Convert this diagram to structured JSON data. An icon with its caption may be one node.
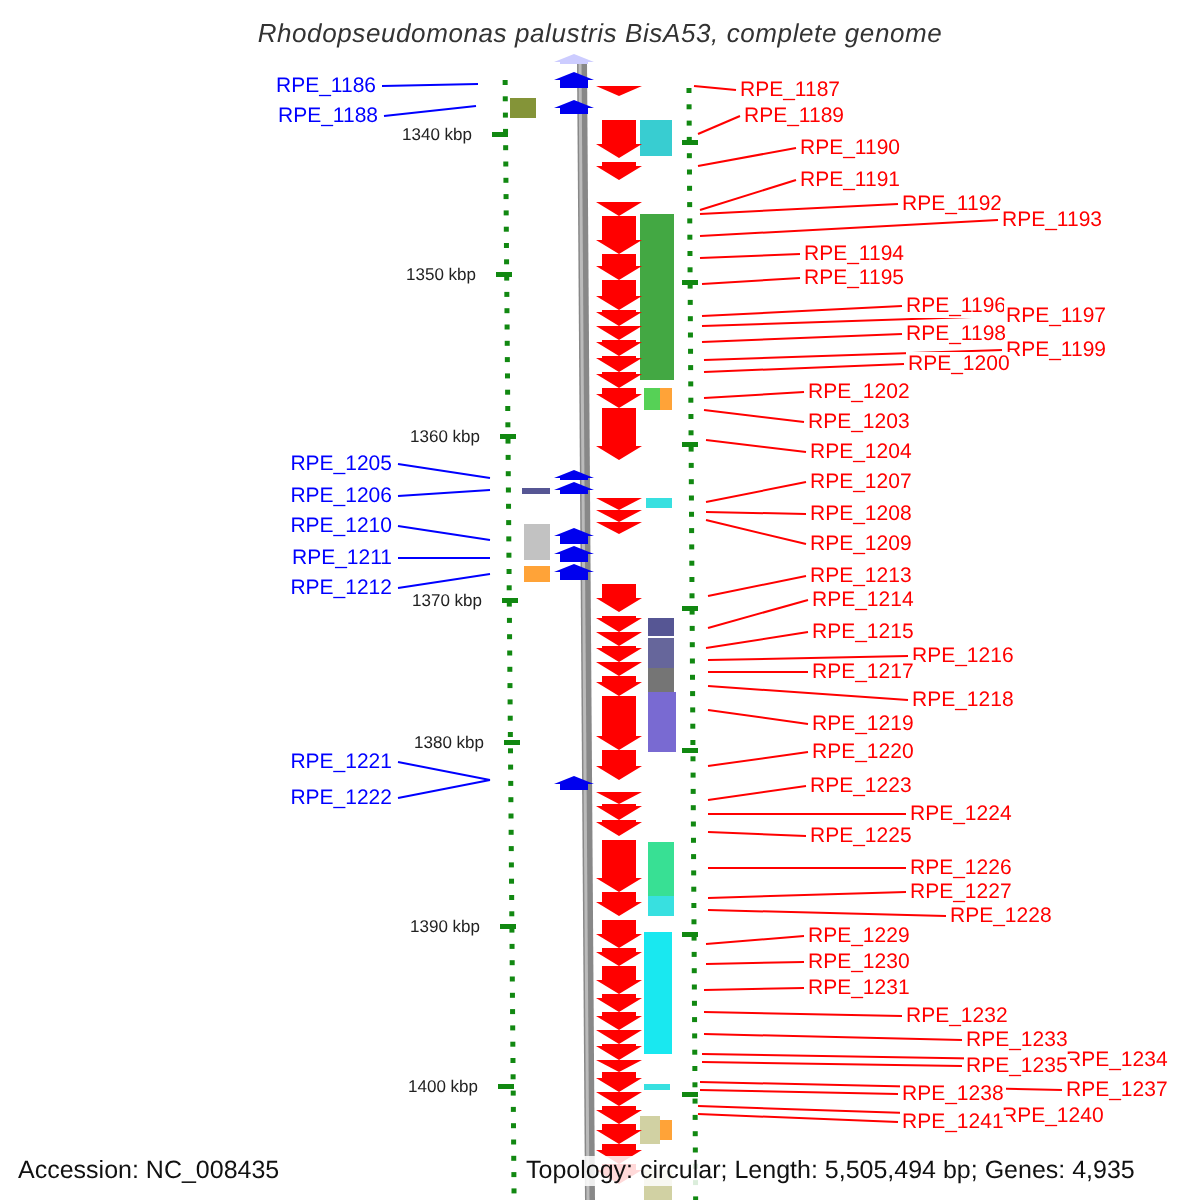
{
  "diagram": {
    "title": "Rhodopseudomonas palustris BisA53, complete genome",
    "nodes": [
      {
        "text": [
          "RPE_1186"
        ]
      },
      {
        "text": [
          "RPE_1188"
        ]
      },
      {
        "text": [
          "RPE_1205"
        ]
      },
      {
        "text": [
          "RPE_1206"
        ]
      },
      {
        "text": [
          "RPE_1210"
        ]
      },
      {
        "text": [
          "RPE_1211"
        ]
      },
      {
        "text": [
          "RPE_1212"
        ]
      },
      {
        "text": [
          "RPE_1221"
        ]
      },
      {
        "text": [
          "RPE_1222"
        ]
      },
      {
        "text": [
          "RPE_1187"
        ]
      },
      {
        "text": [
          "RPE_1189"
        ]
      },
      {
        "text": [
          "RPE_1190"
        ]
      },
      {
        "text": [
          "RPE_1191"
        ]
      },
      {
        "text": [
          "RPE_1192"
        ]
      },
      {
        "text": [
          "RPE_1193"
        ]
      },
      {
        "text": [
          "RPE_1194"
        ]
      },
      {
        "text": [
          "RPE_1195"
        ]
      },
      {
        "text": [
          "RPE_1196"
        ]
      },
      {
        "text": [
          "RPE_1197"
        ]
      },
      {
        "text": [
          "RPE_1198"
        ]
      },
      {
        "text": [
          "RPE_1199"
        ]
      },
      {
        "text": [
          "RPE_1200"
        ]
      },
      {
        "text": [
          "RPE_1202"
        ]
      },
      {
        "text": [
          "RPE_1203"
        ]
      },
      {
        "text": [
          "RPE_1204"
        ]
      },
      {
        "text": [
          "RPE_1207"
        ]
      },
      {
        "text": [
          "RPE_1208"
        ]
      },
      {
        "text": [
          "RPE_1209"
        ]
      },
      {
        "text": [
          "RPE_1213"
        ]
      },
      {
        "text": [
          "RPE_1214"
        ]
      },
      {
        "text": [
          "RPE_1215"
        ]
      },
      {
        "text": [
          "RPE_1216"
        ]
      },
      {
        "text": [
          "RPE_1217"
        ]
      },
      {
        "text": [
          "RPE_1218"
        ]
      },
      {
        "text": [
          "RPE_1219"
        ]
      },
      {
        "text": [
          "RPE_1220"
        ]
      },
      {
        "text": [
          "RPE_1223"
        ]
      },
      {
        "text": [
          "RPE_1224"
        ]
      },
      {
        "text": [
          "RPE_1225"
        ]
      },
      {
        "text": [
          "RPE_1226"
        ]
      },
      {
        "text": [
          "RPE_1227"
        ]
      },
      {
        "text": [
          "RPE_1228"
        ]
      },
      {
        "text": [
          "RPE_1229"
        ]
      },
      {
        "text": [
          "RPE_1230"
        ]
      },
      {
        "text": [
          "RPE_1231"
        ]
      },
      {
        "text": [
          "RPE_1232"
        ]
      },
      {
        "text": [
          "RPE_1233"
        ]
      },
      {
        "text": [
          "RPE_1234"
        ]
      },
      {
        "text": [
          "RPE_1235"
        ]
      },
      {
        "text": [
          "RPE_1237"
        ]
      },
      {
        "text": [
          "RPE_1238"
        ]
      },
      {
        "text": [
          "RPE_1240"
        ]
      },
      {
        "text": [
          "RPE_1241"
        ]
      }
    ],
    "edges": [
      {
        "from": 0,
        "to": null,
        "arrow": "none",
        "color": "#0000ff"
      },
      {
        "from": 1,
        "to": null,
        "arrow": "none",
        "color": "#0000ff"
      },
      {
        "from": 2,
        "to": null,
        "arrow": "none",
        "color": "#0000ff"
      },
      {
        "from": 3,
        "to": null,
        "arrow": "none",
        "color": "#0000ff"
      },
      {
        "from": 4,
        "to": null,
        "arrow": "none",
        "color": "#0000ff"
      },
      {
        "from": 5,
        "to": null,
        "arrow": "none",
        "color": "#0000ff"
      },
      {
        "from": 6,
        "to": null,
        "arrow": "none",
        "color": "#0000ff"
      },
      {
        "from": 7,
        "to": null,
        "arrow": "none",
        "color": "#0000ff"
      },
      {
        "from": 8,
        "to": null,
        "arrow": "none",
        "color": "#0000ff"
      },
      {
        "from": 9,
        "to": null,
        "arrow": "none"
      },
      {
        "from": 10,
        "to": null,
        "arrow": "none"
      },
      {
        "from": 11,
        "to": null,
        "arrow": "none"
      },
      {
        "from": 12,
        "to": null,
        "arrow": "none"
      },
      {
        "from": 13,
        "to": null,
        "arrow": "none"
      },
      {
        "from": 14,
        "to": null,
        "arrow": "none"
      },
      {
        "from": 15,
        "to": null,
        "arrow": "none"
      },
      {
        "from": 16,
        "to": null,
        "arrow": "none"
      },
      {
        "from": 17,
        "to": null,
        "arrow": "none"
      },
      {
        "from": 18,
        "to": null,
        "arrow": "none"
      },
      {
        "from": 19,
        "to": null,
        "arrow": "none"
      },
      {
        "from": 20,
        "to": null,
        "arrow": "none"
      },
      {
        "from": 21,
        "to": null,
        "arrow": "none"
      },
      {
        "from": 22,
        "to": null,
        "arrow": "none"
      },
      {
        "from": 23,
        "to": null,
        "arrow": "none"
      },
      {
        "from": 24,
        "to": null,
        "arrow": "none"
      },
      {
        "from": 25,
        "to": null,
        "arrow": "none"
      },
      {
        "from": 26,
        "to": null,
        "arrow": "none"
      },
      {
        "from": 27,
        "to": null,
        "arrow": "none"
      },
      {
        "from": 28,
        "to": null,
        "arrow": "none"
      },
      {
        "from": 29,
        "to": null,
        "arrow": "none"
      },
      {
        "from": 30,
        "to": null,
        "arrow": "none"
      },
      {
        "from": 31,
        "to": null,
        "arrow": "none"
      },
      {
        "from": 32,
        "to": null,
        "arrow": "none"
      },
      {
        "from": 33,
        "to": null,
        "arrow": "none"
      },
      {
        "from": 34,
        "to": null,
        "arrow": "none"
      },
      {
        "from": 35,
        "to": null,
        "arrow": "none"
      },
      {
        "from": 36,
        "to": null,
        "arrow": "none"
      },
      {
        "from": 37,
        "to": null,
        "arrow": "none"
      },
      {
        "from": 38,
        "to": null,
        "arrow": "none"
      },
      {
        "from": 39,
        "to": null,
        "arrow": "none"
      },
      {
        "from": 40,
        "to": null,
        "arrow": "none"
      },
      {
        "from": 41,
        "to": null,
        "arrow": "none"
      },
      {
        "from": 42,
        "to": null,
        "arrow": "none"
      },
      {
        "from": 43,
        "to": null,
        "arrow": "none"
      },
      {
        "from": 44,
        "to": null,
        "arrow": "none"
      },
      {
        "from": 45,
        "to": null,
        "arrow": "none"
      },
      {
        "from": 46,
        "to": null,
        "arrow": "none"
      },
      {
        "from": 47,
        "to": null,
        "arrow": "none"
      },
      {
        "from": 48,
        "to": null,
        "arrow": "none"
      },
      {
        "from": 49,
        "to": null,
        "arrow": "none"
      },
      {
        "from": 50,
        "to": null,
        "arrow": "none"
      },
      {
        "from": 51,
        "to": null,
        "arrow": "none"
      },
      {
        "from": 52,
        "to": null,
        "arrow": "none"
      }
    ],
    "labels": [
      "1340 kbp",
      "1350 kbp",
      "1360 kbp",
      "1370 kbp",
      "1380 kbp",
      "1390 kbp",
      "1400 kbp",
      "Accession: NC_008435",
      "Topology: circular; Length: 5,505,494 bp; Genes: 4,935"
    ]
  }
}
